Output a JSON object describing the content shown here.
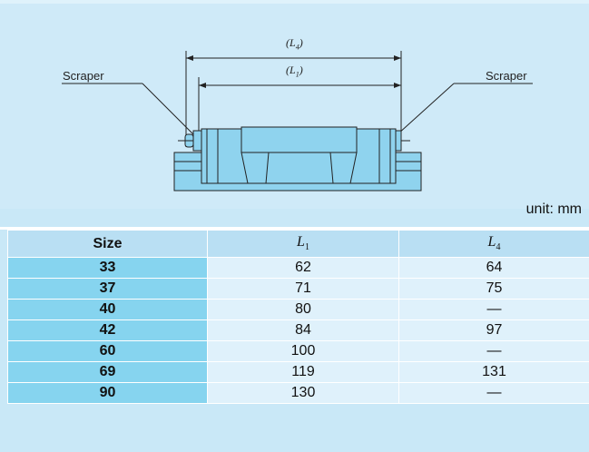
{
  "figure": {
    "callout_left": "Scraper",
    "callout_right": "Scraper",
    "dim_outer": {
      "name": "L",
      "sub": "4"
    },
    "dim_inner": {
      "name": "L",
      "sub": "1"
    }
  },
  "unit_label": "unit: mm",
  "table": {
    "headers": {
      "size": "Size",
      "l1": {
        "name": "L",
        "sub": "1"
      },
      "l4": {
        "name": "L",
        "sub": "4"
      }
    },
    "rows": [
      {
        "size": "33",
        "l1": "62",
        "l4": "64"
      },
      {
        "size": "37",
        "l1": "71",
        "l4": "75"
      },
      {
        "size": "40",
        "l1": "80",
        "l4": "—"
      },
      {
        "size": "42",
        "l1": "84",
        "l4": "97"
      },
      {
        "size": "60",
        "l1": "100",
        "l4": "—"
      },
      {
        "size": "69",
        "l1": "119",
        "l4": "131"
      },
      {
        "size": "90",
        "l1": "130",
        "l4": "—"
      }
    ]
  }
}
